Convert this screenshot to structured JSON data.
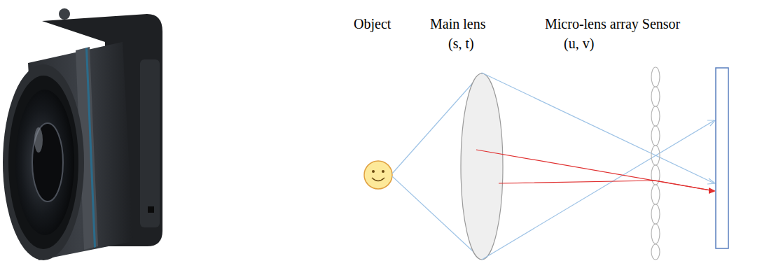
{
  "diagram": {
    "labels": [
      "Object",
      "Main lens",
      "(s, t)",
      "Micro-lens array",
      "Sensor",
      "(u, v)"
    ]
  }
}
